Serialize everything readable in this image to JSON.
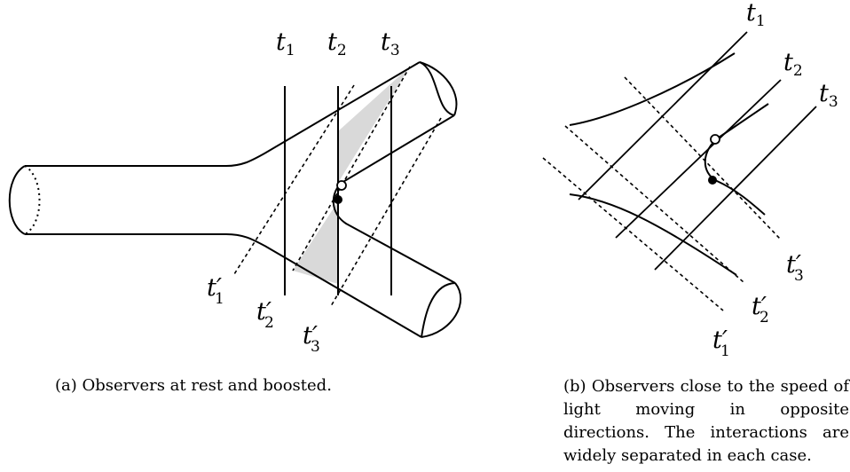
{
  "panel_a": {
    "labels": {
      "t1": "t",
      "t1_sub": "1",
      "t2": "t",
      "t2_sub": "2",
      "t3": "t",
      "t3_sub": "3",
      "t1p": "t′",
      "t1p_sub": "1",
      "t2p": "t′",
      "t2p_sub": "2",
      "t3p": "t′",
      "t3p_sub": "3"
    },
    "caption": "(a) Observers at rest and boosted."
  },
  "panel_b": {
    "labels": {
      "t1": "t",
      "t1_sub": "1",
      "t2": "t",
      "t2_sub": "2",
      "t3": "t",
      "t3_sub": "3",
      "t1p": "t′",
      "t1p_sub": "1",
      "t2p": "t′",
      "t2p_sub": "2",
      "t3p": "t′",
      "t3p_sub": "3"
    },
    "caption": "(b) Observers close to the speed of light moving in opposite directions. The interactions are widely separated in each case."
  }
}
